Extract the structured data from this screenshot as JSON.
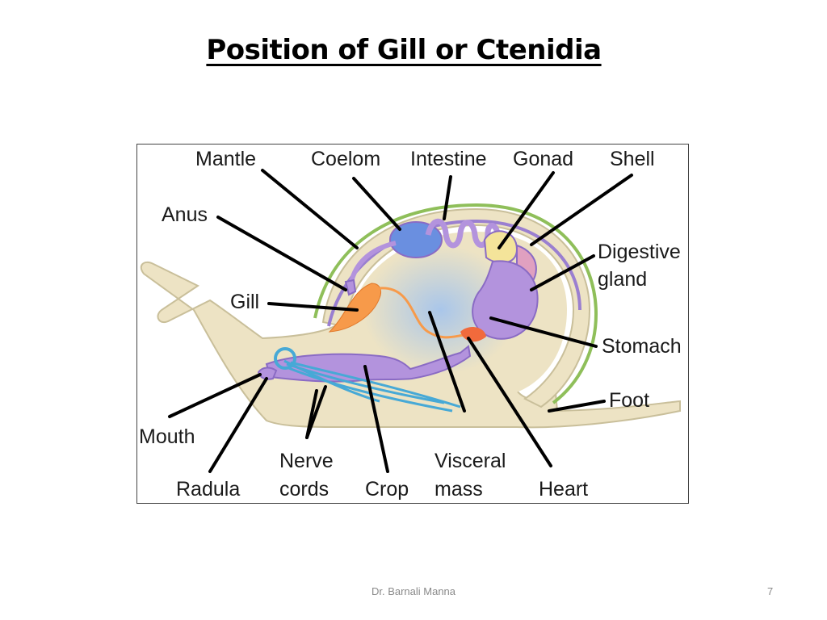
{
  "slide": {
    "title": "Position of Gill or Ctenidia",
    "author": "Dr. Barnali Manna",
    "page_number": "7"
  },
  "diagram": {
    "labels": {
      "mantle": "Mantle",
      "coelom": "Coelom",
      "intestine": "Intestine",
      "gonad": "Gonad",
      "shell": "Shell",
      "anus": "Anus",
      "digestive_1": "Digestive",
      "digestive_2": "gland",
      "gill": "Gill",
      "stomach": "Stomach",
      "foot": "Foot",
      "mouth": "Mouth",
      "radula": "Radula",
      "nerve_1": "Nerve",
      "nerve_2": "cords",
      "crop": "Crop",
      "visceral_1": "Visceral",
      "visceral_2": "mass",
      "heart": "Heart"
    },
    "colors": {
      "body": "#ede3c4",
      "body_outline": "#c9bf9a",
      "shell_line": "#8fbf5a",
      "mantle_line": "#9a7fd0",
      "organ_purple": "#b393dd",
      "organ_purple_dark": "#8a6bc4",
      "coelom_blue": "#6a8fe0",
      "gonad_yellow": "#f4e49a",
      "gill_orange": "#f79a4a",
      "heart_red": "#f16a3c",
      "visceral_blue": "#bfd3ea",
      "nerve_blue": "#47a9d6"
    }
  }
}
